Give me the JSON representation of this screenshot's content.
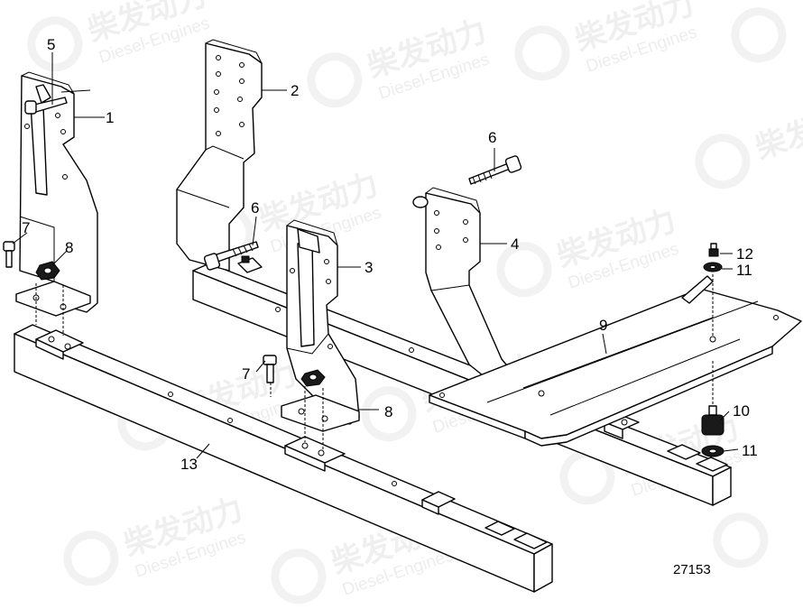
{
  "drawing_number": "27153",
  "watermark": {
    "brand": "柴发动力",
    "sub": "Diesel-Engines"
  },
  "callouts": [
    {
      "id": "c5a",
      "label": "5"
    },
    {
      "id": "c1",
      "label": "1"
    },
    {
      "id": "c2",
      "label": "2"
    },
    {
      "id": "c6a",
      "label": "6"
    },
    {
      "id": "c6b",
      "label": "6"
    },
    {
      "id": "c3",
      "label": "3"
    },
    {
      "id": "c4",
      "label": "4"
    },
    {
      "id": "c7a",
      "label": "7"
    },
    {
      "id": "c8a",
      "label": "8"
    },
    {
      "id": "c7b",
      "label": "7"
    },
    {
      "id": "c8b",
      "label": "8"
    },
    {
      "id": "c9",
      "label": "9"
    },
    {
      "id": "c12",
      "label": "12"
    },
    {
      "id": "c11a",
      "label": "11"
    },
    {
      "id": "c10",
      "label": "10"
    },
    {
      "id": "c11b",
      "label": "11"
    },
    {
      "id": "c13",
      "label": "13"
    }
  ]
}
